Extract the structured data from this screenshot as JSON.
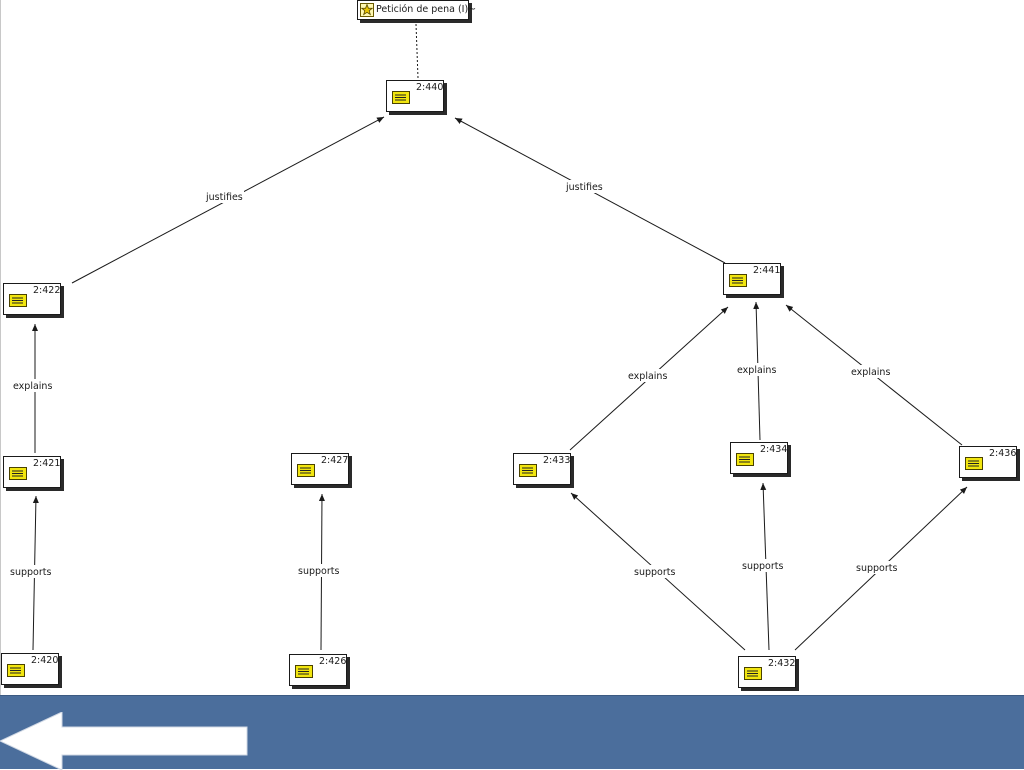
{
  "root_node": {
    "label": "Petición de pena (I)~",
    "icon": "star-code-icon"
  },
  "nodes": [
    {
      "id": "2:440",
      "label": "2:440",
      "icon": "quotation-note-icon"
    },
    {
      "id": "2:422",
      "label": "2:422",
      "icon": "quotation-note-icon"
    },
    {
      "id": "2:441",
      "label": "2:441",
      "icon": "quotation-note-icon"
    },
    {
      "id": "2:421",
      "label": "2:421",
      "icon": "quotation-note-icon"
    },
    {
      "id": "2:427",
      "label": "2:427",
      "icon": "quotation-note-icon"
    },
    {
      "id": "2:433",
      "label": "2:433",
      "icon": "quotation-note-icon"
    },
    {
      "id": "2:434",
      "label": "2:434",
      "icon": "quotation-note-icon"
    },
    {
      "id": "2:436",
      "label": "2:436",
      "icon": "quotation-note-icon"
    },
    {
      "id": "2:420",
      "label": "2:420",
      "icon": "quotation-note-icon"
    },
    {
      "id": "2:426",
      "label": "2:426",
      "icon": "quotation-note-icon"
    },
    {
      "id": "2:432",
      "label": "2:432",
      "icon": "quotation-note-icon"
    }
  ],
  "edges": [
    {
      "from": "Petición de pena (I)~",
      "to": "2:440",
      "label": "",
      "style": "dashed"
    },
    {
      "from": "2:422",
      "to": "2:440",
      "label": "justifies"
    },
    {
      "from": "2:441",
      "to": "2:440",
      "label": "justifies"
    },
    {
      "from": "2:421",
      "to": "2:422",
      "label": "explains"
    },
    {
      "from": "2:420",
      "to": "2:421",
      "label": "supports"
    },
    {
      "from": "2:426",
      "to": "2:427",
      "label": "supports"
    },
    {
      "from": "2:433",
      "to": "2:441",
      "label": "explains"
    },
    {
      "from": "2:434",
      "to": "2:441",
      "label": "explains"
    },
    {
      "from": "2:436",
      "to": "2:441",
      "label": "explains"
    },
    {
      "from": "2:432",
      "to": "2:433",
      "label": "supports"
    },
    {
      "from": "2:432",
      "to": "2:434",
      "label": "supports"
    },
    {
      "from": "2:432",
      "to": "2:436",
      "label": "supports"
    }
  ],
  "footer": {
    "nav_icon": "back-arrow-icon"
  },
  "colors": {
    "note_icon_fill": "#f2e60f",
    "footer_background": "#4b6e9c",
    "line": "#1a1a1a"
  }
}
